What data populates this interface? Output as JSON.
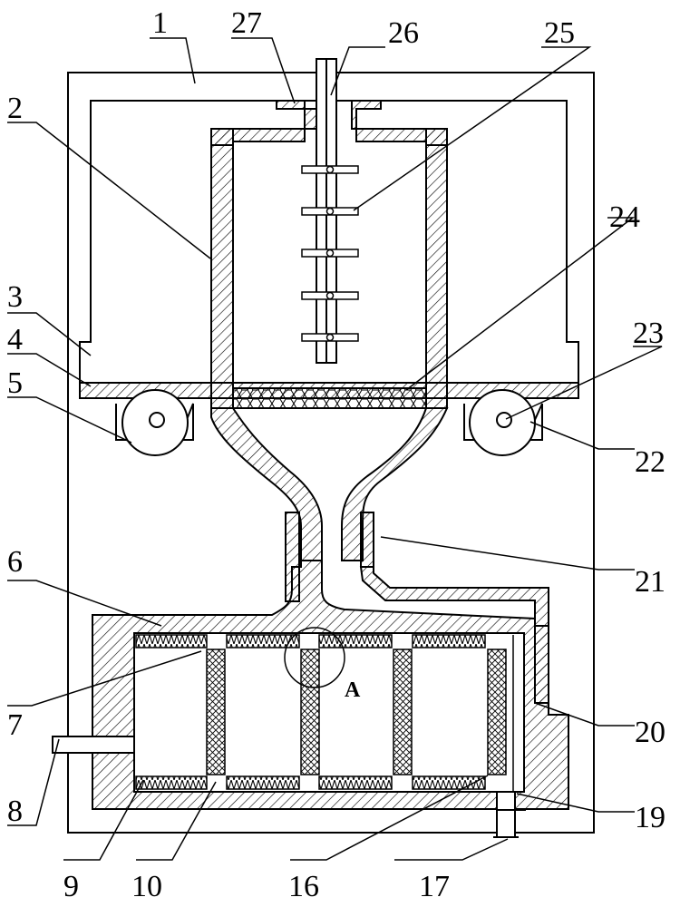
{
  "figure": {
    "labels": {
      "l1": "1",
      "l2": "2",
      "l3": "3",
      "l4": "4",
      "l5": "5",
      "l6": "6",
      "l7": "7",
      "l8": "8",
      "l9": "9",
      "l10": "10",
      "l16": "16",
      "l17": "17",
      "l19": "19",
      "l20": "20",
      "l21": "21",
      "l22": "22",
      "l23": "23",
      "l24": "24",
      "l25": "25",
      "l26": "26",
      "l27": "27",
      "detail": "A"
    }
  }
}
